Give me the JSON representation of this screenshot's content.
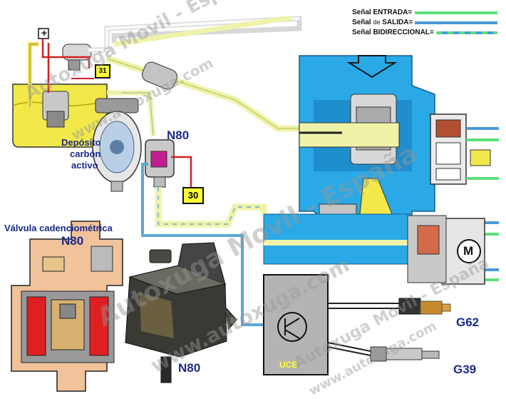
{
  "legend": {
    "entrada": "Señal ENTRADA=",
    "salida_pre": "Señal ",
    "salida_de": "de",
    "salida_post": " SALIDA=",
    "bidireccional": "Señal BIDIRECCIONAL=",
    "colors": {
      "entrada": "#5be07a",
      "salida": "#4a9ad8",
      "bidireccional": "#5ab0d8"
    }
  },
  "labels": {
    "plus": "+",
    "relay_terminal": "31",
    "terminal_30": "30",
    "deposito": "Depósito",
    "carbon": "carbón",
    "activo": "activo",
    "n80_top": "N80",
    "valvula_title": "Válvula cadenciométrica",
    "n80_section": "N80",
    "n80_solenoid": "N80",
    "uce": "UCE",
    "g62": "G62",
    "g39": "G39",
    "motor": "M"
  },
  "watermarks": [
    "Autoxuga Movil - España",
    "www.autoxuga.com",
    "Autoxuga Movil - España",
    "www.autoxuga.com",
    "Autoxuga Movil - España",
    "www.autoxuga.com"
  ],
  "colors": {
    "fuel_yellow": "#f2e84a",
    "intake_blue": "#2aa9e6",
    "pipe_light": "#eef3a8",
    "hose_blue": "#5aa8d6",
    "wire_red": "#d42020",
    "ecu_grey": "#b4b4b4",
    "coil_red": "#e02020"
  }
}
